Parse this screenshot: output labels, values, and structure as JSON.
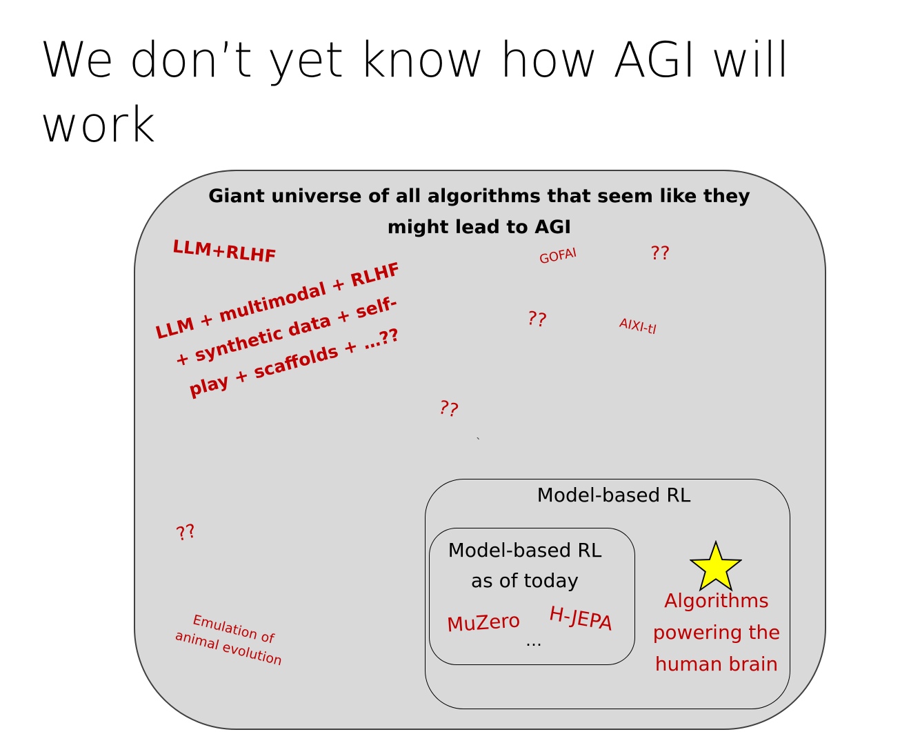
{
  "slide": {
    "title": "We don’t yet know how AGI will work"
  },
  "universe": {
    "title": "Giant universe of all algorithms that seem like they might lead to AGI"
  },
  "labels": {
    "llm_rlhf": "LLM+RLHF",
    "llm_multimodal_line1": "LLM + multimodal + RLHF",
    "llm_multimodal_line2": "+ synthetic data + self-",
    "llm_multimodal_line3": "play + scaffolds + …??",
    "gofai": "GOFAI",
    "aixi": "AIXI-tl",
    "unknown_1": "??",
    "unknown_2": "??",
    "unknown_3": "??",
    "unknown_4": "??",
    "emulation_line1": "Emulation of",
    "emulation_line2": "animal evolution",
    "stray_mark": "`"
  },
  "model_based_rl": {
    "title": "Model-based RL",
    "today": {
      "title_line1": "Model-based RL",
      "title_line2": "as of today",
      "muzero": "MuZero",
      "hjepa": "H-JEPA",
      "ellipsis": "…"
    },
    "brain": {
      "line1": "Algorithms",
      "line2": "powering the",
      "line3": "human brain"
    }
  },
  "colors": {
    "accent_red": "#c00000",
    "universe_fill": "#d9d9d9",
    "star_fill": "#ffff00"
  },
  "icons": {
    "star": "star-icon"
  }
}
